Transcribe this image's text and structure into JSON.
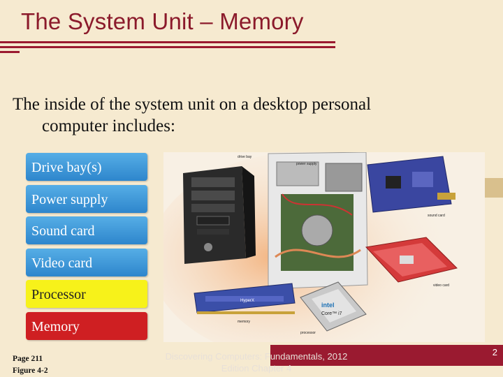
{
  "slide": {
    "title": "The System Unit – Memory",
    "subtitle_line1": "The inside of the system unit on a desktop personal",
    "subtitle_line2": "computer includes:",
    "components": [
      {
        "label": "Drive bay(s)",
        "color": "#3a96d8"
      },
      {
        "label": "Power supply",
        "color": "#3a96d8"
      },
      {
        "label": "Sound card",
        "color": "#3a96d8"
      },
      {
        "label": "Video card",
        "color": "#3a96d8"
      },
      {
        "label": "Processor",
        "color": "#f7f21a"
      },
      {
        "label": "Memory",
        "color": "#cf1f22"
      }
    ],
    "figure_labels": {
      "drive_bay": "drive bay",
      "power_supply": "power supply",
      "sound_card": "sound card",
      "video_card": "video card",
      "processor": "processor",
      "memory": "memory",
      "cpu_brand": "intel",
      "cpu_model": "Core™ i7",
      "ram_brand": "HyperX"
    },
    "footer": {
      "page": "Page 211",
      "figure": "Figure 4-2",
      "course_line1": "Discovering Computers: Fundamentals, 2012",
      "course_line2": "Edition Chapter 4",
      "slide_number": "2"
    },
    "colors": {
      "accent": "#9a1a30",
      "background": "#f6ead0",
      "title": "#8b1a2b"
    }
  }
}
